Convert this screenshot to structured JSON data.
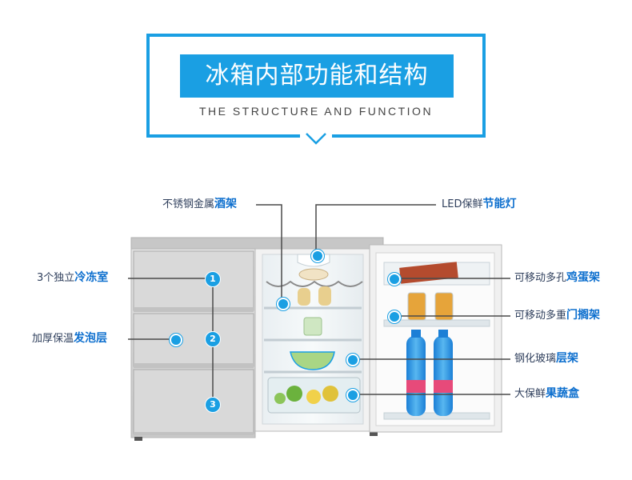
{
  "header": {
    "title": "冰箱内部功能和结构",
    "subtitle": "THE STRUCTURE AND FUNCTION"
  },
  "callouts": {
    "wine_rack": {
      "prefix": "不锈钢金属",
      "emphasis": "酒架"
    },
    "led_light": {
      "prefix": "LED保鲜",
      "emphasis": "节能灯"
    },
    "freezer": {
      "prefix": "3个独立",
      "emphasis": "冷冻室"
    },
    "foam": {
      "prefix": "加厚保温",
      "emphasis": "发泡层"
    },
    "egg_rack": {
      "prefix": "可移动多孔",
      "emphasis": "鸡蛋架"
    },
    "door_rack": {
      "prefix": "可移动多重",
      "emphasis": "门搁架"
    },
    "glass_shelf": {
      "prefix": "钢化玻璃",
      "emphasis": "层架"
    },
    "crisper": {
      "prefix": "大保鲜",
      "emphasis": "果蔬盒"
    }
  },
  "drawer_numbers": [
    "1",
    "2",
    "3"
  ],
  "colors": {
    "accent": "#1a9fe3",
    "emphasis": "#0d6fce",
    "text": "#2f3f5c"
  }
}
